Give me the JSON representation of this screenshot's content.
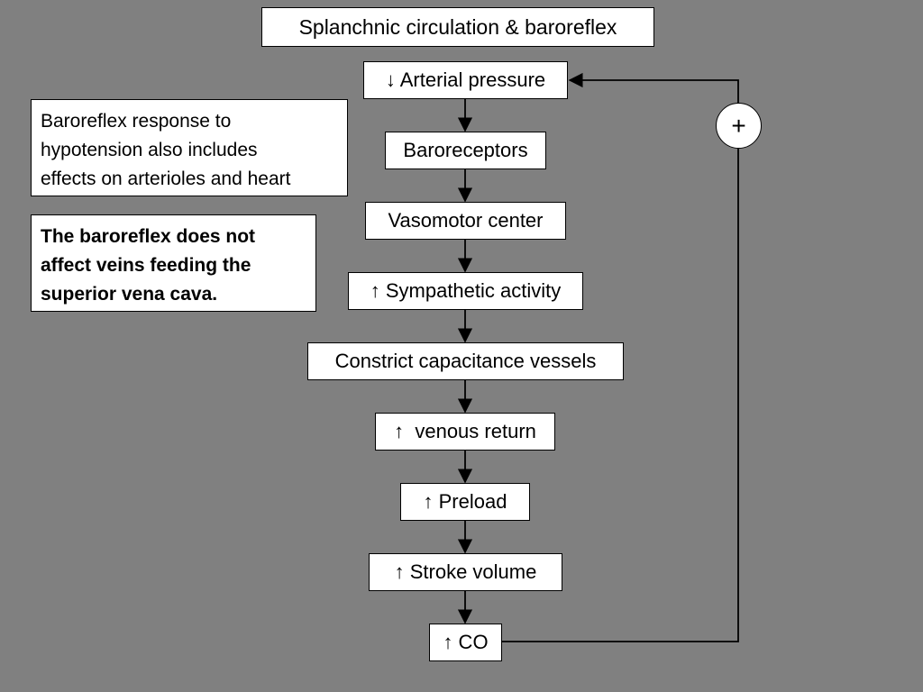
{
  "title": "Splanchnic circulation & baroreflex",
  "notes": {
    "response": [
      "Baroreflex response to",
      "hypotension also includes",
      "effects on arterioles and heart"
    ],
    "veins": [
      "The baroreflex does not",
      "affect veins feeding the",
      "superior vena cava."
    ]
  },
  "flow": [
    "↓ Arterial pressure",
    "Baroreceptors",
    "Vasomotor center",
    "↑ Sympathetic activity",
    "Constrict capacitance vessels",
    "↑  venous return",
    "↑ Preload",
    "↑ Stroke volume",
    "↑ CO"
  ],
  "feedback_sign": "+",
  "colors": {
    "background": "#808080",
    "box": "#ffffff",
    "line": "#000000"
  }
}
